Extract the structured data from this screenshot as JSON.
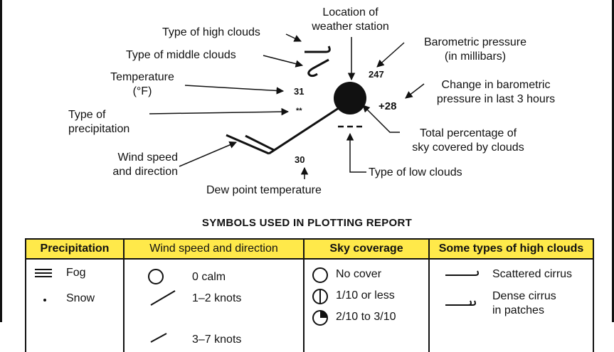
{
  "station_labels": {
    "location": [
      "Location of",
      "weather station"
    ],
    "high_clouds": "Type of high clouds",
    "middle_clouds": "Type of middle clouds",
    "temperature": [
      "Temperature",
      "(°F)"
    ],
    "precipitation": [
      "Type of",
      "precipitation"
    ],
    "wind": [
      "Wind speed",
      "and direction"
    ],
    "dew_point": "Dew point temperature",
    "pressure": [
      "Barometric pressure",
      "(in millibars)"
    ],
    "pressure_change": [
      "Change in barometric",
      "pressure in last 3 hours"
    ],
    "sky_cover": [
      "Total percentage of",
      "sky covered by clouds"
    ],
    "low_clouds": "Type of low clouds"
  },
  "station_values": {
    "pressure": "247",
    "temperature": "31",
    "pressure_change": "+28",
    "dew_point": "30",
    "precip_symbol": "**"
  },
  "legend": {
    "title": "SYMBOLS USED IN PLOTTING REPORT",
    "headers": [
      "Precipitation",
      "Wind speed and direction",
      "Sky coverage",
      "Some types of high clouds"
    ],
    "precipitation": [
      "Fog",
      "Snow"
    ],
    "wind": [
      "0 calm",
      "1–2 knots",
      "3–7 knots"
    ],
    "sky": [
      "No cover",
      "1/10 or less",
      "2/10 to 3/10"
    ],
    "high_clouds": [
      "Scattered cirrus",
      "Dense cirrus",
      "in patches"
    ]
  },
  "colors": {
    "header_bg": "#ffe94a",
    "ink": "#111111"
  }
}
